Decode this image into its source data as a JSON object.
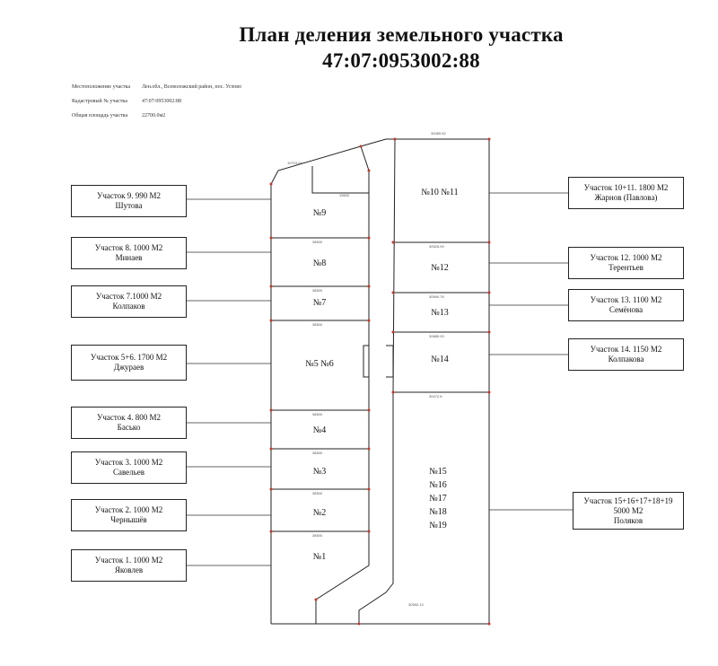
{
  "title": {
    "line1": "План деления земельного участка",
    "line2": "47:07:0953002:88"
  },
  "info": [
    {
      "key": "Местоположение участка",
      "value": "Лен.обл., Всеволожский район, пос. Углово"
    },
    {
      "key": "Кадастровый № участка",
      "value": "47:07:0953002:88"
    },
    {
      "key": "Общая площадь участка",
      "value": "22700.0м2"
    }
  ],
  "owners_left": [
    {
      "line1": "Участок 9.   990 М2",
      "line2": "Шутова"
    },
    {
      "line1": "Участок 8. 1000 М2",
      "line2": "Минаев"
    },
    {
      "line1": "Участок 7.1000 М2",
      "line2": "Колпаков"
    },
    {
      "line1": "Участок 5+6. 1700 М2",
      "line2": "Джураев"
    },
    {
      "line1": "Участок 4. 800 М2",
      "line2": "Басько"
    },
    {
      "line1": "Участок 3. 1000 М2",
      "line2": "Савельев"
    },
    {
      "line1": "Участок 2. 1000 М2",
      "line2": "Чернышёв"
    },
    {
      "line1": "Участок 1. 1000 М2",
      "line2": "Яковлев"
    }
  ],
  "owners_right": [
    {
      "line1": "Участок 10+11. 1800 М2",
      "line2": "Жарнов (Павлова)"
    },
    {
      "line1": "Участок 12. 1000 М2",
      "line2": "Терентьев"
    },
    {
      "line1": "Участок 13. 1100 М2",
      "line2": "Семёнова"
    },
    {
      "line1": "Участок 14. 1150 М2",
      "line2": "Колпакова"
    },
    {
      "line1": "Участок 15+16+17+18+19",
      "line2": "5000 М2",
      "line3": "Поляков"
    }
  ],
  "plots": {
    "p9": "№9",
    "p8": "№8",
    "p7": "№7",
    "p56": "№5 №6",
    "p4": "№4",
    "p3": "№3",
    "p2": "№2",
    "p1": "№1",
    "p1011": "№10 №11",
    "p12": "№12",
    "p13": "№13",
    "p14": "№14",
    "p15": "№15",
    "p16": "№16",
    "p17": "№17",
    "p18": "№18",
    "p19": "№19"
  },
  "dimensions": {
    "top_right": "30089.52",
    "top_left": "10715.64",
    "dim_19600": "19600",
    "d8": "38500",
    "d7": "38500",
    "d56": "38500",
    "d4": "38500",
    "d3": "38500",
    "d2": "38500",
    "d1": "38500",
    "d12": "30525.09",
    "d13": "30590.76",
    "d14": "30885.93",
    "d15": "30472.8",
    "d_bottom": "30550.13"
  }
}
